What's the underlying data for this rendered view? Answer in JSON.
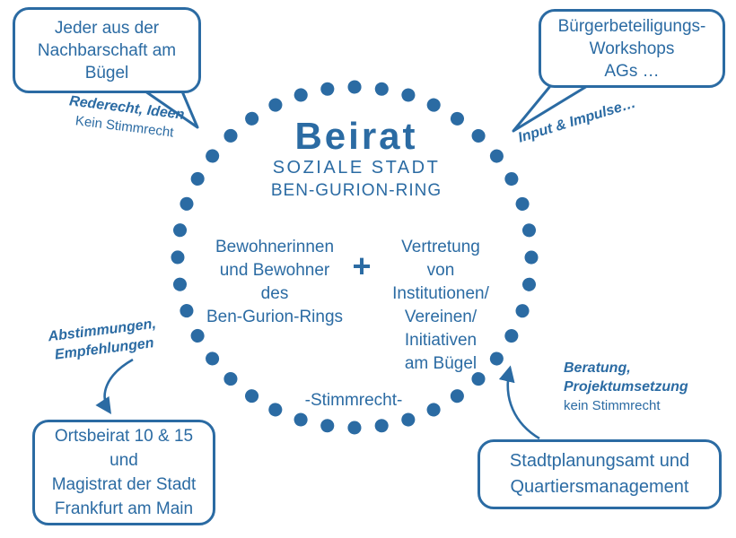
{
  "colors": {
    "primary_blue": "#2b6ba3"
  },
  "circle": {
    "title": "Beirat",
    "subtitle_line1": "SOZIALE STADT",
    "subtitle_line2": "BEN-GURION-RING",
    "left_group": [
      "Bewohnerinnen",
      "und Bewohner",
      "des",
      "Ben-Gurion-Rings"
    ],
    "plus_sign": "+",
    "right_group": [
      "Vertretung",
      "von",
      "Institutionen/",
      "Vereinen/",
      "Initiativen",
      "am Bügel"
    ],
    "footer": "-Stimmrecht-"
  },
  "callouts": {
    "top_left": [
      "Jeder aus der",
      "Nachbarschaft am",
      "Bügel"
    ],
    "top_right": [
      "Bürgerbeteiligungs-",
      "Workshops",
      "AGs …"
    ],
    "bottom_left": [
      "Ortsbeirat 10 & 15",
      "und",
      "Magistrat der Stadt",
      "Frankfurt am Main"
    ],
    "bottom_right": [
      "Stadtplanungsamt und",
      "Quartiersmanagement"
    ]
  },
  "annotations": {
    "top_left": {
      "emphasis": "Rederecht, Ideen",
      "note": "Kein Stimmrecht"
    },
    "top_right": {
      "emphasis": "Input & Impulse…"
    },
    "bottom_left": {
      "emphasis_line1": "Abstimmungen,",
      "emphasis_line2": "Empfehlungen"
    },
    "bottom_right": {
      "emphasis_line1": "Beratung,",
      "emphasis_line2": "Projektumsetzung",
      "note": "kein Stimmrecht"
    }
  }
}
